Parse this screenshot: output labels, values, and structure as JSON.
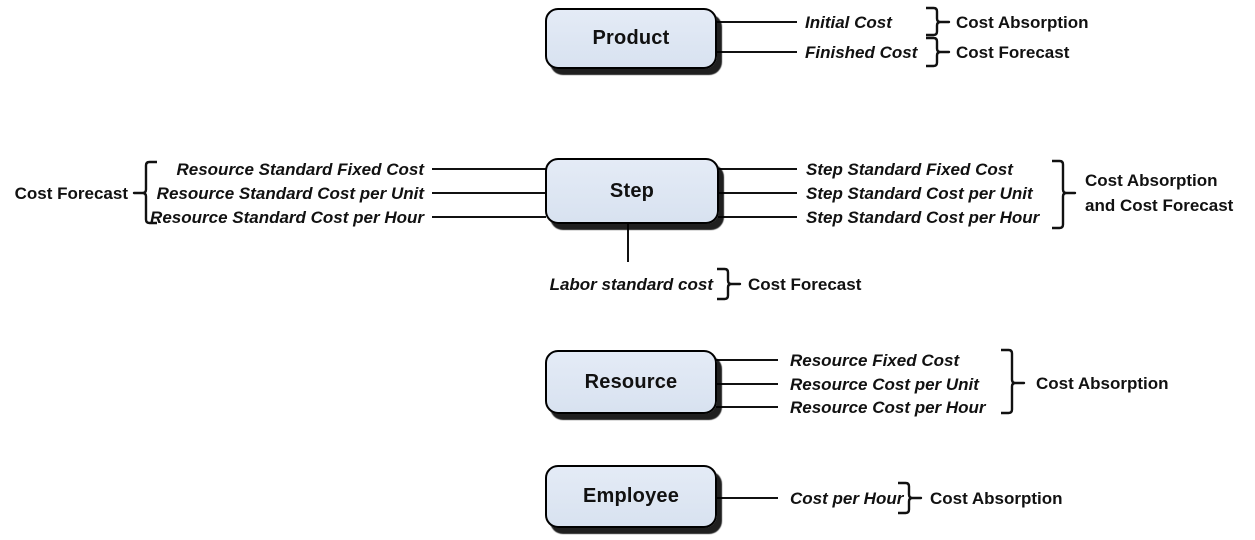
{
  "colors": {
    "box_fill": "#d8e2f0",
    "box_border": "#000000",
    "connector": "#111111",
    "text": "#111111"
  },
  "sections": {
    "product": {
      "entity": "Product",
      "attributes": [
        {
          "label": "Initial Cost",
          "category": "Cost Absorption"
        },
        {
          "label": "Finished Cost",
          "category": "Cost Forecast"
        }
      ]
    },
    "step": {
      "entity": "Step",
      "left": {
        "category": "Cost Forecast",
        "attributes": [
          "Resource Standard Fixed Cost",
          "Resource Standard Cost per Unit",
          "Resource Standard Cost per Hour"
        ]
      },
      "right": {
        "attributes": [
          "Step Standard Fixed Cost",
          "Step Standard Cost per Unit",
          "Step Standard Cost per Hour"
        ],
        "category_line1": "Cost Absorption",
        "category_line2": "and Cost Forecast"
      },
      "bottom": {
        "attribute": "Labor standard cost",
        "category": "Cost Forecast"
      }
    },
    "resource": {
      "entity": "Resource",
      "attributes": [
        "Resource Fixed Cost",
        "Resource Cost per Unit",
        "Resource Cost per Hour"
      ],
      "category": "Cost Absorption"
    },
    "employee": {
      "entity": "Employee",
      "attribute": "Cost per Hour",
      "category": "Cost Absorption"
    }
  }
}
